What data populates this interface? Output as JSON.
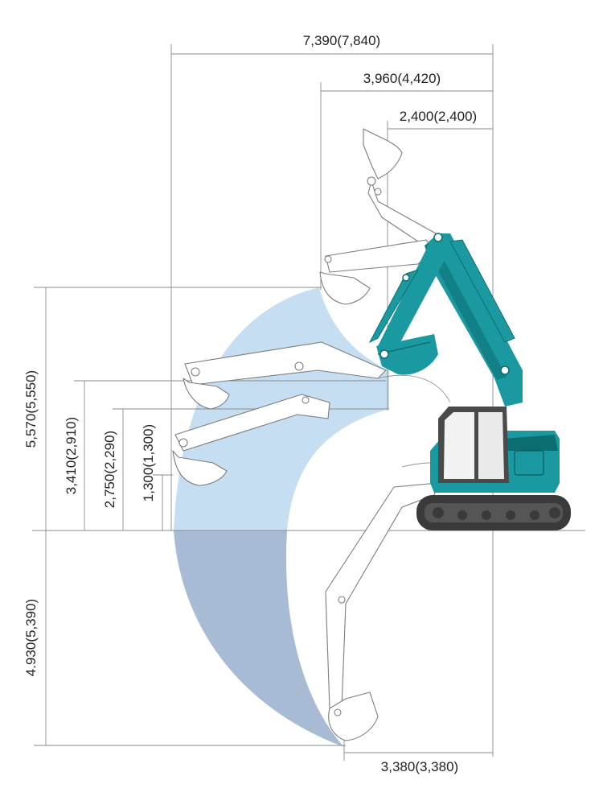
{
  "dimensions": {
    "max_reach": "7,390(7,840)",
    "reach_at_ground_offset": "3,960(4,420)",
    "min_swing_radius": "2,400(2,400)",
    "max_dig_height": "5,570(5,550)",
    "max_dump_height": "3,410(2,910)",
    "mid_height": "2,750(2,290)",
    "low_height": "1,300(1,300)",
    "max_dig_depth": "4.930(5,390)",
    "bottom_reach": "3,380(3,380)"
  },
  "colors": {
    "machine_body": "#1a9aa0",
    "machine_dark": "#0d6e72",
    "track": "#3a3a3a",
    "cab": "#4a4a4a",
    "zone_upper": "#c6def2",
    "zone_lower": "#a7bcd4"
  }
}
